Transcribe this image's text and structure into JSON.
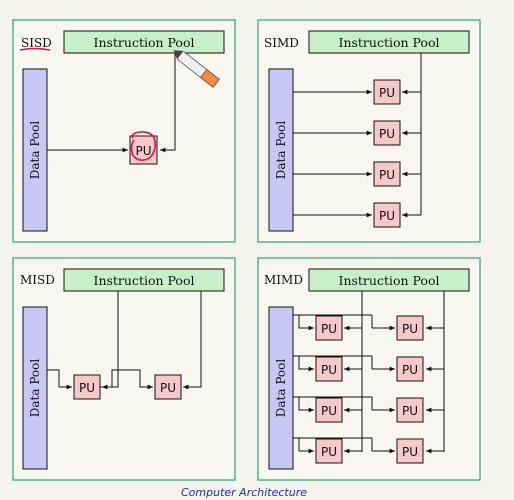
{
  "panels": {
    "sisd": {
      "title": "SISD",
      "instruction_pool": "Instruction Pool",
      "data_pool": "Data Pool",
      "pu": "PU"
    },
    "simd": {
      "title": "SIMD",
      "instruction_pool": "Instruction Pool",
      "data_pool": "Data Pool",
      "pu": "PU"
    },
    "misd": {
      "title": "MISD",
      "instruction_pool": "Instruction Pool",
      "data_pool": "Data Pool",
      "pu": "PU"
    },
    "mimd": {
      "title": "MIMD",
      "instruction_pool": "Instruction Pool",
      "data_pool": "Data Pool",
      "pu": "PU"
    }
  },
  "footer": {
    "text": "Computer Architecture"
  },
  "colors": {
    "panel_border": "#2aa37a",
    "instruction_pool_fill": "#c8f0c8",
    "data_pool_fill": "#c8c8f4",
    "pu_fill": "#f6c8c8",
    "annotation": "#e0104a"
  }
}
